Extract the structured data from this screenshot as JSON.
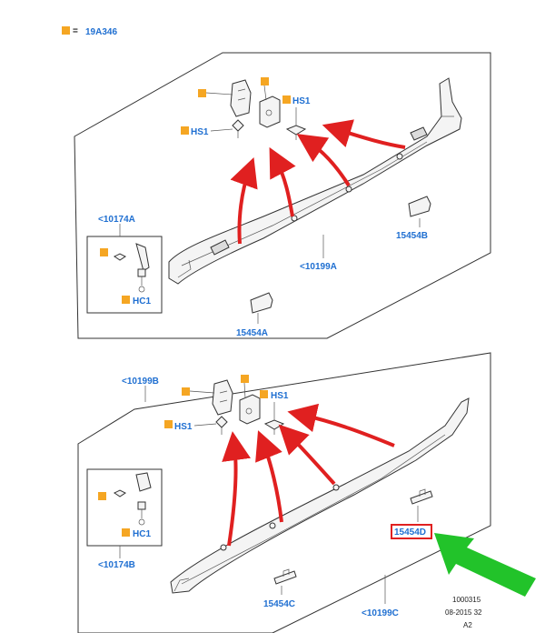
{
  "legend": {
    "marker_color": "#f5a623",
    "equals": "=",
    "code": "19A346"
  },
  "upper": {
    "assembly_label": "<10199A",
    "inset_label": "<10174A",
    "inset_fastener": "HC1",
    "fastener_label": "HS1",
    "clip_label": "HS1",
    "bracket_right_label": "15454B",
    "bracket_bottom_label": "15454A"
  },
  "lower": {
    "assembly_label_top": "<10199B",
    "assembly_label_bottom": "<10199C",
    "inset_label": "<10174B",
    "inset_fastener": "HC1",
    "fastener_label": "HS1",
    "clip_label": "HS1",
    "highlighted_label": "15454D",
    "bracket_bottom_label": "15454C"
  },
  "footer": {
    "ref_number": "1000315",
    "date_line": "08-2015 32",
    "sheet": "A2"
  },
  "colors": {
    "label_blue": "#1f6fd1",
    "arrow_red": "#e02020",
    "arrow_green": "#22c32a",
    "highlight_box": "#e02020"
  }
}
